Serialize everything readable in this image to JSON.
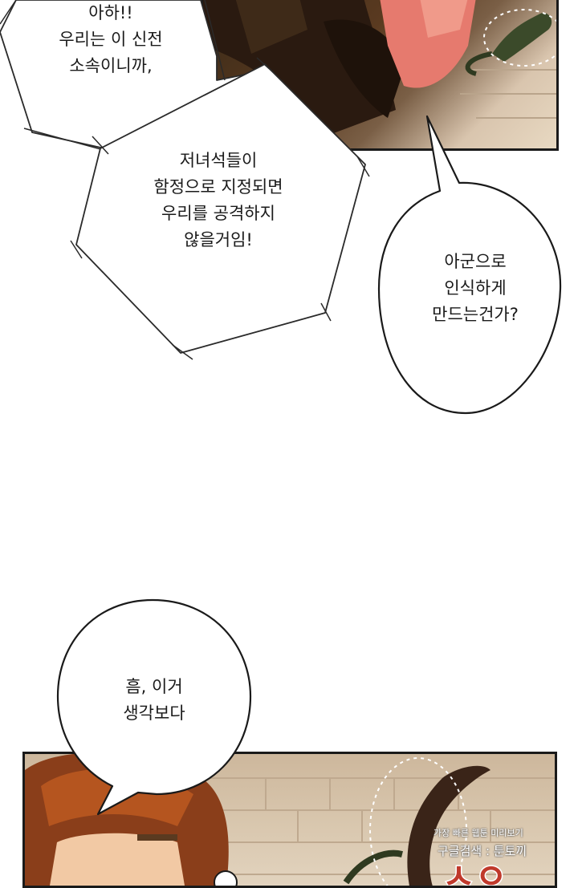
{
  "bubbles": {
    "top_left": "아하!!\n우리는 이 신전\n소속이니까,",
    "spiky": "저녀석들이\n함정으로 지정되면\n우리를 공격하지\n않을거임!",
    "right": "아군으로\n인식하게\n만드는건가?",
    "bottom": "흠, 이거\n생각보다"
  },
  "watermark": {
    "line1": "가장 빠른 웹툰 미리보기",
    "line2": "구글검색 : 툰토끼"
  },
  "sfx": "ㅅㅇ"
}
